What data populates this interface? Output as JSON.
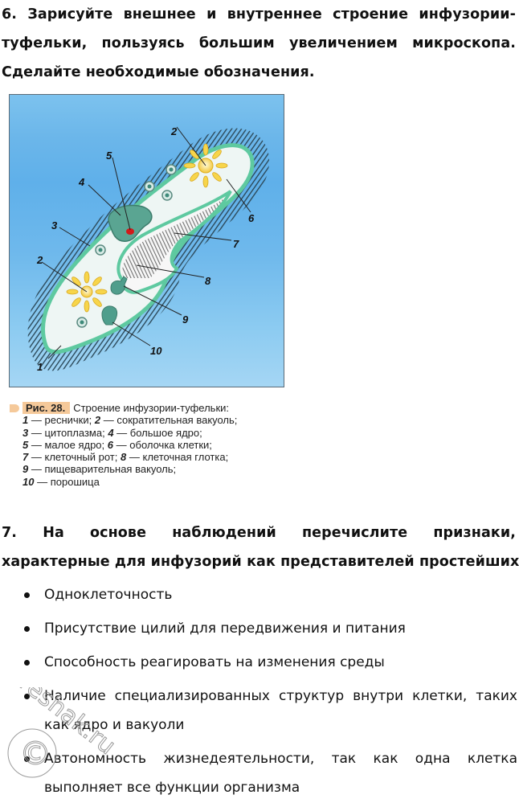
{
  "task6": {
    "lines": [
      "6. Зарисуйте внешнее и внутреннее строение инфузории-",
      "туфельки, пользуясь большим увеличением микроскопа.",
      "Сделайте необходимые обозначения."
    ]
  },
  "figure": {
    "labels": {
      "l1": "1",
      "l2a": "2",
      "l2b": "2",
      "l3": "3",
      "l4": "4",
      "l5": "5",
      "l6": "6",
      "l7": "7",
      "l8": "8",
      "l9": "9",
      "l10": "10"
    },
    "colors": {
      "background": "#6bb6ea",
      "membrane": "#5ec9a0",
      "cytoplasm": "#eef6f4",
      "macronucleus": "#4f9e8c",
      "micronucleus": "#d21a1a",
      "vacuole": "#f7d54a",
      "cilia": "#2d4a5a"
    }
  },
  "caption": {
    "head": "Рис. 28.",
    "title": "Строение инфузории-туфельки:",
    "lines": [
      {
        "n1": "1",
        "t1": "реснички;",
        "n2": "2",
        "t2": "сократительная вакуоль;"
      },
      {
        "n1": "3",
        "t1": "цитоплазма;",
        "n2": "4",
        "t2": "большое ядро;"
      },
      {
        "n1": "5",
        "t1": "малое ядро;",
        "n2": "6",
        "t2": "оболочка клетки;"
      },
      {
        "n1": "7",
        "t1": "клеточный рот;",
        "n2": "8",
        "t2": "клеточная глотка;"
      },
      {
        "n1": "9",
        "t1": "пищеварительная вакуоль;"
      },
      {
        "n1": "10",
        "t1": "порошица"
      }
    ],
    "dash": "—"
  },
  "task7": {
    "lines": [
      "7. На основе наблюдений перечислите признаки,",
      "характерные для инфузорий как представителей простейших."
    ],
    "answers": [
      "Одноклеточность",
      "Присутствие цилий для передвижения и питания",
      "Способность реагировать на изменения среды",
      "Наличие специализированных структур внутри клетки, таких как ядро и вакуоли",
      "Автономность жизнедеятельности, так как одна клетка выполняет все функции организма"
    ]
  },
  "watermark": {
    "text": "reshak.ru",
    "symbol": "©"
  }
}
